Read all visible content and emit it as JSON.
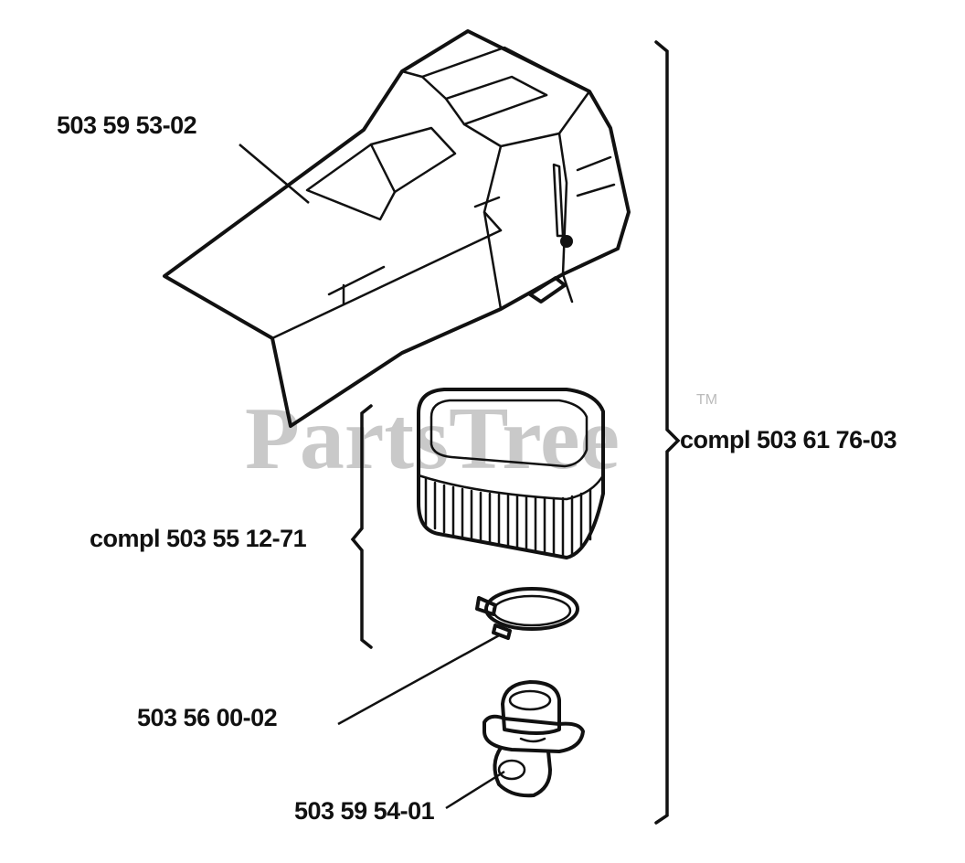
{
  "watermark": {
    "text": "PartsTree",
    "tm": "TM"
  },
  "parts": [
    {
      "id": "cover",
      "number": "503 59 53-02"
    },
    {
      "id": "filter-kit",
      "number": "compl 503 55 12-71"
    },
    {
      "id": "hose-clamp",
      "number": "503 56 00-02"
    },
    {
      "id": "intake-boot",
      "number": "503 59 54-01"
    }
  ],
  "assembly": {
    "number": "compl 503 61 76-03"
  },
  "colors": {
    "ink": "#111111",
    "watermark": "#c9c9c9",
    "background": "#ffffff"
  }
}
